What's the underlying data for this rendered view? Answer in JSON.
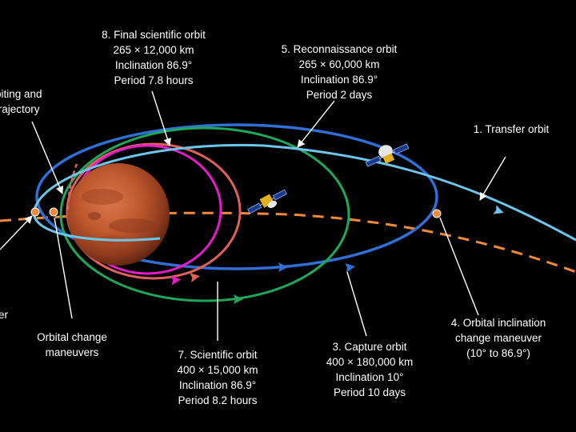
{
  "colors": {
    "background": "#000000",
    "transfer": "#6cc6ea",
    "capture": "#2f6fd6",
    "reconnaissance": "#1fa85a",
    "scientific": "#e0605a",
    "final": "#e41bc9",
    "mars_orbit": "#f08a3a",
    "maneuver_point": "#f08a3a"
  },
  "labels": {
    "final_orbit": [
      "8. Final scientific orbit",
      "265 × 12,000 km",
      "Inclination 86.9°",
      "Period 7.8 hours"
    ],
    "reconnaissance": [
      "5. Reconnaissance orbit",
      "265 × 60,000 km",
      "Inclination 86.9°",
      "Period 2 days"
    ],
    "transfer": [
      "1. Transfer orbit"
    ],
    "left_top": [
      "biting and",
      "trajectory"
    ],
    "left_bottom": [
      "er"
    ],
    "orbital_change": [
      "Orbital change",
      "maneuvers"
    ],
    "scientific": [
      "7. Scientific orbit",
      "400 × 15,000 km",
      "Inclination 86.9°",
      "Period 8.2 hours"
    ],
    "capture": [
      "3. Capture orbit",
      "400 × 180,000 km",
      "Inclination 10°",
      "Period 10 days"
    ],
    "inclination_change": [
      "4. Orbital inclination",
      "change maneuver",
      "(10° to 86.9°)"
    ]
  },
  "icons": [
    "mars-planet-icon",
    "spacecraft-icon",
    "spacecraft-icon"
  ]
}
